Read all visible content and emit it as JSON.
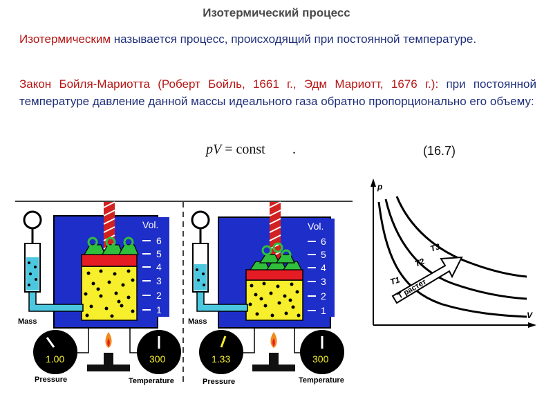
{
  "title": "Изотермический процесс",
  "definition": {
    "term": "Изотермическим",
    "rest": " называется процесс, происходящий при постоянной температуре."
  },
  "law": {
    "name": "Закон Бойля-Мариотта",
    "authors": " (Роберт Бойль, 1661 г., Эдм Мариотт, 1676 г.)",
    "colon": ":",
    "text": " при постоянной температуре давление данной массы идеального газа обратно пропорционально его объему:"
  },
  "formula": {
    "p": "p",
    "V": "V",
    "rest": " = const",
    "dot": ".",
    "number": "(16.7)"
  },
  "apparatus": [
    {
      "vol_label": "Vol.",
      "scale": [
        "6",
        "5",
        "4",
        "3",
        "2",
        "1"
      ],
      "mass_label": "Mass",
      "pressure_label": "Pressure",
      "pressure_value": "1.00",
      "temperature_label": "Temperature",
      "temperature_value": "300"
    },
    {
      "vol_label": "Vol.",
      "scale": [
        "6",
        "5",
        "4",
        "3",
        "2",
        "1"
      ],
      "mass_label": "Mass",
      "pressure_label": "Pressure",
      "pressure_value": "1.33",
      "temperature_label": "Temperature",
      "temperature_value": "300"
    }
  ],
  "graph": {
    "y_axis_label": "p",
    "x_axis_label": "V",
    "curves": [
      "T1",
      "T2",
      "T3"
    ],
    "arrow_label": "T растет"
  }
}
